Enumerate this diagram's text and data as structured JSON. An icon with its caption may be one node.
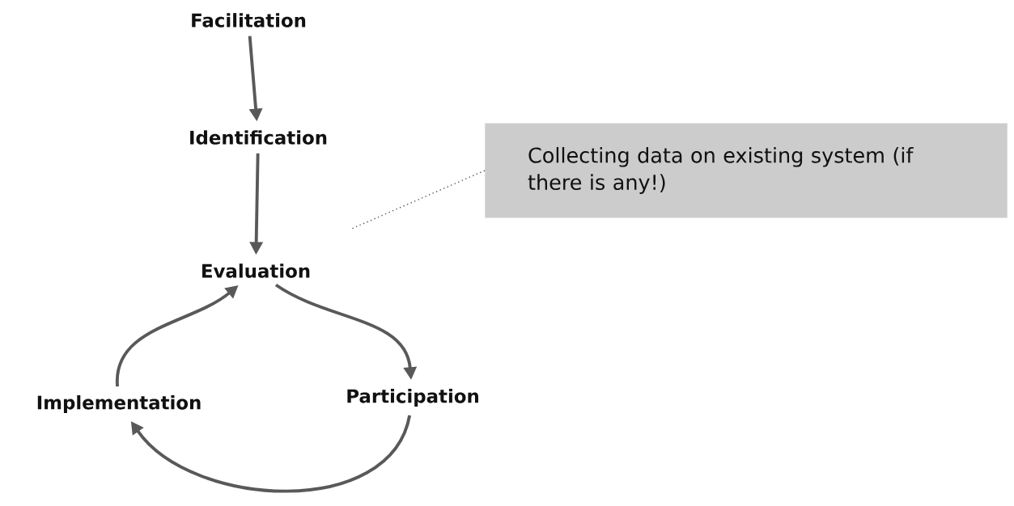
{
  "diagram": {
    "nodes": [
      {
        "text": [
          "Facilitation"
        ]
      },
      {
        "text": [
          "Identification"
        ]
      },
      {
        "text": [
          "Evaluation"
        ]
      },
      {
        "text": [
          "Participation"
        ]
      },
      {
        "text": [
          "Implementation"
        ]
      },
      {
        "text": [
          "Collecting data on existing system (if there is any!)"
        ]
      }
    ],
    "edges": [
      {
        "from": 0,
        "to": 1,
        "arrow": "to"
      },
      {
        "from": 1,
        "to": 2,
        "arrow": "to"
      },
      {
        "from": 2,
        "to": 3,
        "arrow": "to"
      },
      {
        "from": 3,
        "to": 4,
        "arrow": "to"
      },
      {
        "from": 4,
        "to": 2,
        "arrow": "to"
      },
      {
        "from": 5,
        "to": 2,
        "arrow": "none",
        "style": "dashed"
      }
    ]
  }
}
